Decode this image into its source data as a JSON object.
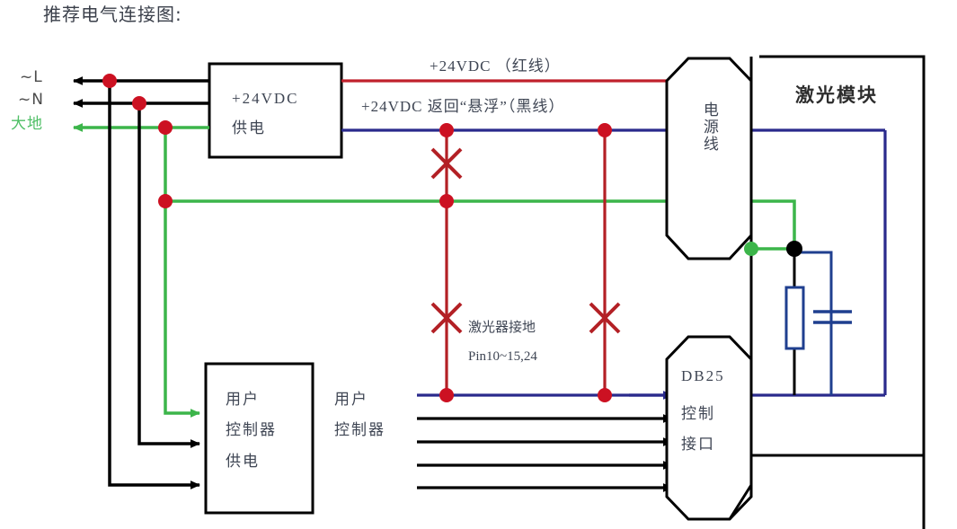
{
  "title": "推荐电气连接图:",
  "terminals": [
    {
      "id": "line",
      "label": "~L",
      "color": "#000000"
    },
    {
      "id": "neutral",
      "label": "~N",
      "color": "#000000"
    },
    {
      "id": "earth",
      "label": "大地",
      "color": "#3cb54a"
    }
  ],
  "blocks": {
    "psu": {
      "line1": "+24VDC",
      "line2": "供电"
    },
    "power_cord": {
      "label": "电源线"
    },
    "laser_module": {
      "label": "激光模块"
    },
    "db25": {
      "line1": "DB25",
      "line2": "控制",
      "line3": "接口"
    },
    "user_ctrl_psu": {
      "line1": "用户",
      "line2": "控制器",
      "line3": "供电"
    },
    "user_ctrl": {
      "line1": "用户",
      "line2": "控制器"
    }
  },
  "wire_labels": {
    "plus24_red": "+24VDC （红线）",
    "return_black": "+24VDC 返回“悬浮”（黑线）"
  },
  "notes": {
    "ground_note_line1": "激光器接地",
    "ground_note_line2": "Pin10~15,24"
  },
  "colors": {
    "red_wire": "#c0202c",
    "blue_wire": "#2a2a8c",
    "green_wire": "#3cb54a",
    "black_wire": "#000000",
    "dot_red": "#cc1122",
    "cross_red": "#b32025",
    "cap_blue": "#1f3f8f",
    "outline": "#000000"
  },
  "symbols": {
    "no_connect_cross": "x-cross-no-connect",
    "resistor": "resistor-symbol",
    "capacitor": "capacitor-symbol",
    "junction_dot": "junction-dot"
  }
}
